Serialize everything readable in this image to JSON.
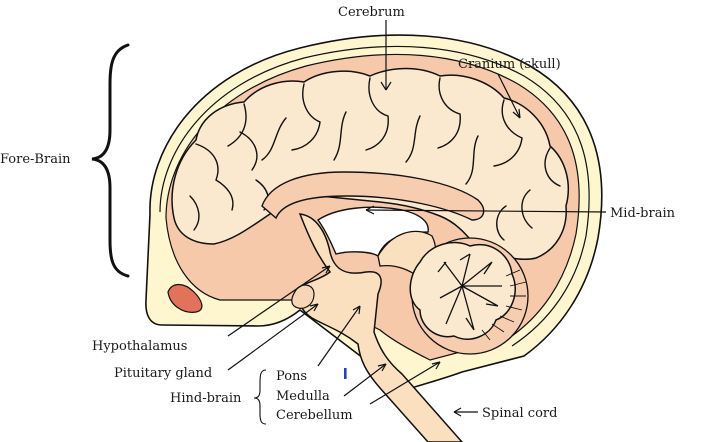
{
  "labels": {
    "cerebrum": "Cerebrum",
    "cranium": "Cranium (skull)",
    "fore_brain": "Fore-Brain",
    "mid_brain": "Mid-brain",
    "hypothalamus": "Hypothalamus",
    "pituitary": "Pituitary gland",
    "hind_brain": "Hind-brain",
    "pons": "Pons",
    "medulla": "Medulla",
    "cerebellum": "Cerebellum",
    "spinal_cord": "Spinal cord"
  },
  "colors": {
    "skull": "#fdf6cf",
    "meninges": "#f6c9ab",
    "brain": "#fbe9cf",
    "deep": "#f7cdb0",
    "pituitary": "#e2735a",
    "marker": "#1f3fd6"
  }
}
